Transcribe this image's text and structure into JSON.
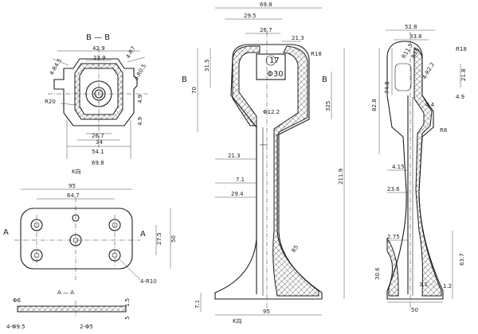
{
  "view_bb": {
    "title": "B — B",
    "dims": [
      "42.9",
      "23.9",
      "4-R7",
      "4-R4.5",
      "4-R0.5",
      "R20",
      "4.9",
      "4.9",
      "26.7",
      "34",
      "54.1",
      "69.8"
    ],
    "k_label": "K向"
  },
  "view_plate": {
    "dims": [
      "95",
      "64.7",
      "27.5",
      "50",
      "4-R10",
      "Φ6",
      "4-Φ9.5",
      "2-Φ5",
      "1.5",
      "5"
    ],
    "section_letter": "A",
    "section_cut": "A — A",
    "view_mark": "A"
  },
  "view_main": {
    "dims": [
      "69.8",
      "29.5",
      "26.7",
      "21.3",
      "31.5",
      "70",
      "17",
      "Φ30",
      "R18",
      "Φ12.2",
      "325",
      "21.3",
      "7.1",
      "29.4",
      "211.9",
      "R5",
      "95",
      "7.1"
    ],
    "section_mark_left": "B",
    "section_mark_right": "B",
    "k_label": "K向"
  },
  "view_side": {
    "dims": [
      "52.8",
      "33.8",
      "R11.5",
      "R15",
      "R18",
      "82.8",
      "74.8",
      "4-R2.2",
      "4.4",
      "21.8",
      "4.9",
      "R8",
      "4.15",
      "23.6",
      "2.75",
      "30.6",
      "63.7",
      "50",
      "1.2",
      "3.1"
    ]
  }
}
